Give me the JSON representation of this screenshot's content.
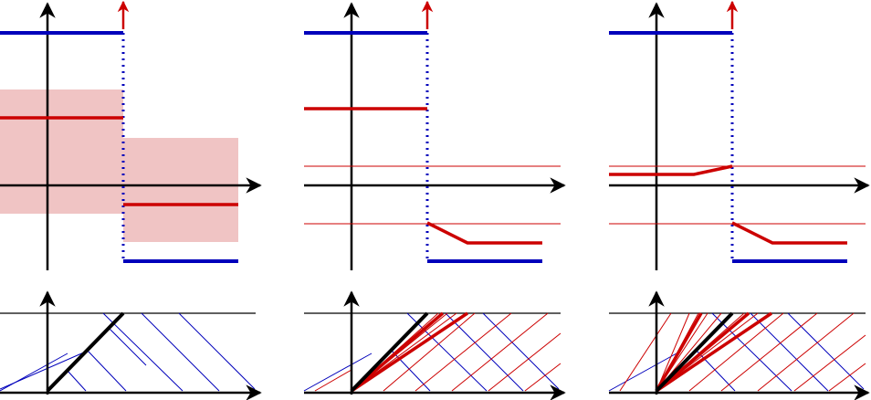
{
  "figure": {
    "panel_count": 3,
    "panels": [
      {
        "label": "",
        "top": "riemann-states-with-shaded-regions",
        "bottom": "characteristic-fan"
      },
      {
        "label": "",
        "top": "shock-with-rarefaction-on-right",
        "bottom": "characteristic-fan-with-red-rays"
      },
      {
        "label": "",
        "top": "two-rarefactions",
        "bottom": "characteristic-fan-with-dense-red-rays"
      }
    ]
  },
  "colors": {
    "axis": "#000000",
    "blue": "#0000bb",
    "red": "#cc0000",
    "shade": "#f0c4c4",
    "arrow_red": "#cc0000"
  }
}
